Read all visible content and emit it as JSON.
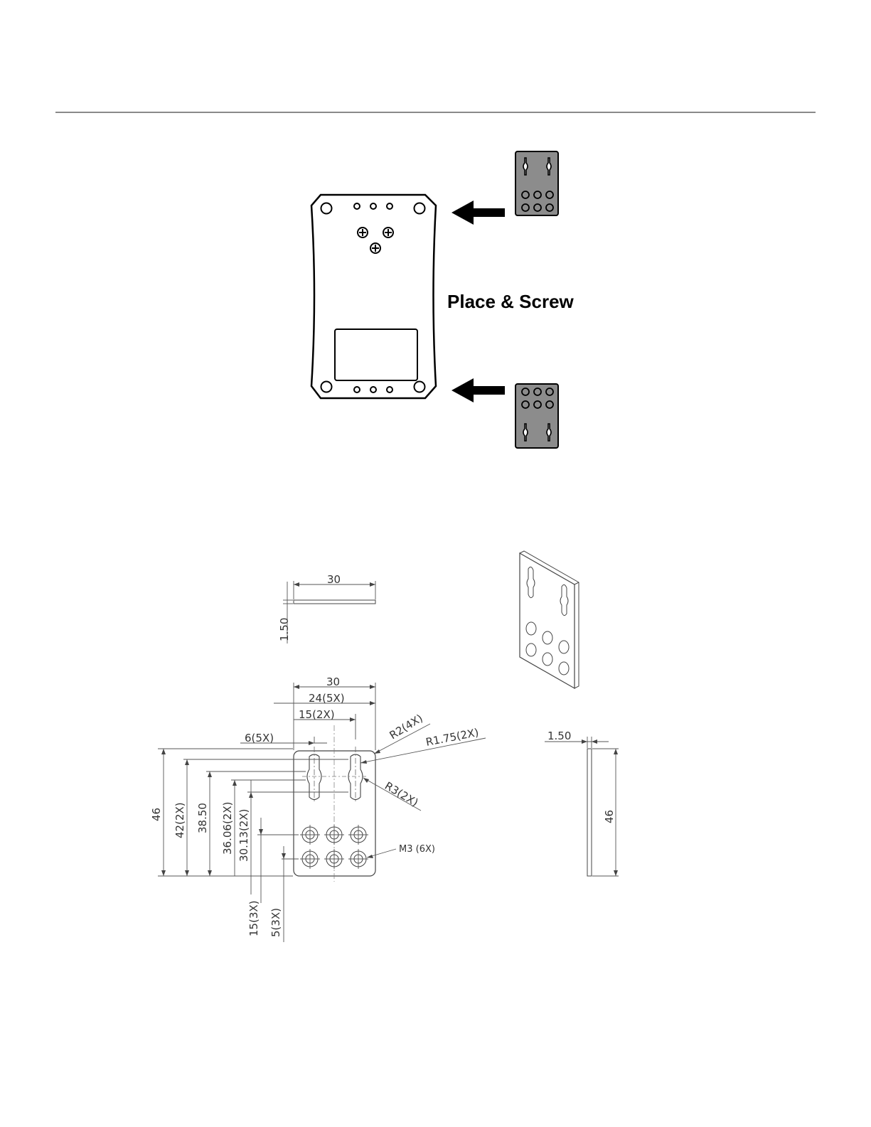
{
  "instruction": {
    "label": "Place & Screw"
  },
  "drawing": {
    "top_view_width": "30",
    "top_view_thickness": "1.50",
    "front_width_30": "30",
    "front_24_5x": "24(5X)",
    "front_15_2x": "15(2X)",
    "front_6_5x": "6(5X)",
    "front_r2_4x": "R2(4X)",
    "front_r175_2x": "R1.75(2X)",
    "front_r3_2x": "R3(2X)",
    "front_m3_6x": "M3 (6X)",
    "front_46": "46",
    "front_42_2x": "42(2X)",
    "front_3850": "38.50",
    "front_3606_2x": "36.06(2X)",
    "front_3013_2x": "30.13(2X)",
    "front_15_3x": "15(3X)",
    "front_5_3x": "5(3X)",
    "side_thickness": "1.50",
    "side_height": "46"
  },
  "colors": {
    "bracket_fill": "#8c8c8c",
    "line": "#000000",
    "rule": "#8a8a8a"
  }
}
